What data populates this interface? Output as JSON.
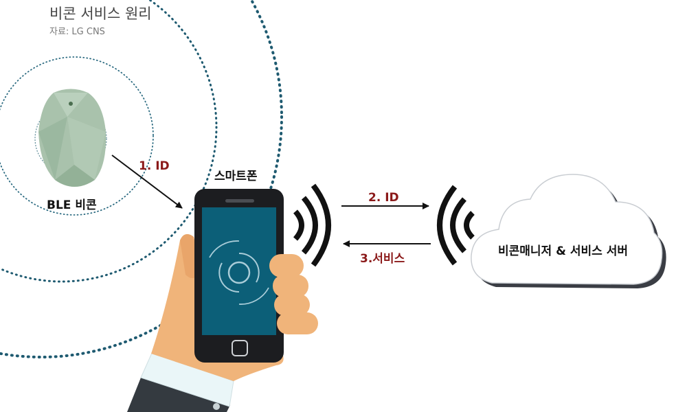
{
  "title": "비콘 서비스 원리",
  "source": "자료: LG CNS",
  "beacon_label": "BLE 비콘",
  "phone_label": "스마트폰",
  "arrow_1_label": "1. ID",
  "arrow_2_label": "2. ID",
  "arrow_3_label": "3.서비스",
  "cloud_label": "비콘매니저 & 서비스 서버",
  "colors": {
    "accent_red": "#8b1a1a",
    "signal_dots": "#1e5a70",
    "screen": "#0c5f78",
    "beacon": "#a9c2ac",
    "skin": "#f0b47a"
  }
}
